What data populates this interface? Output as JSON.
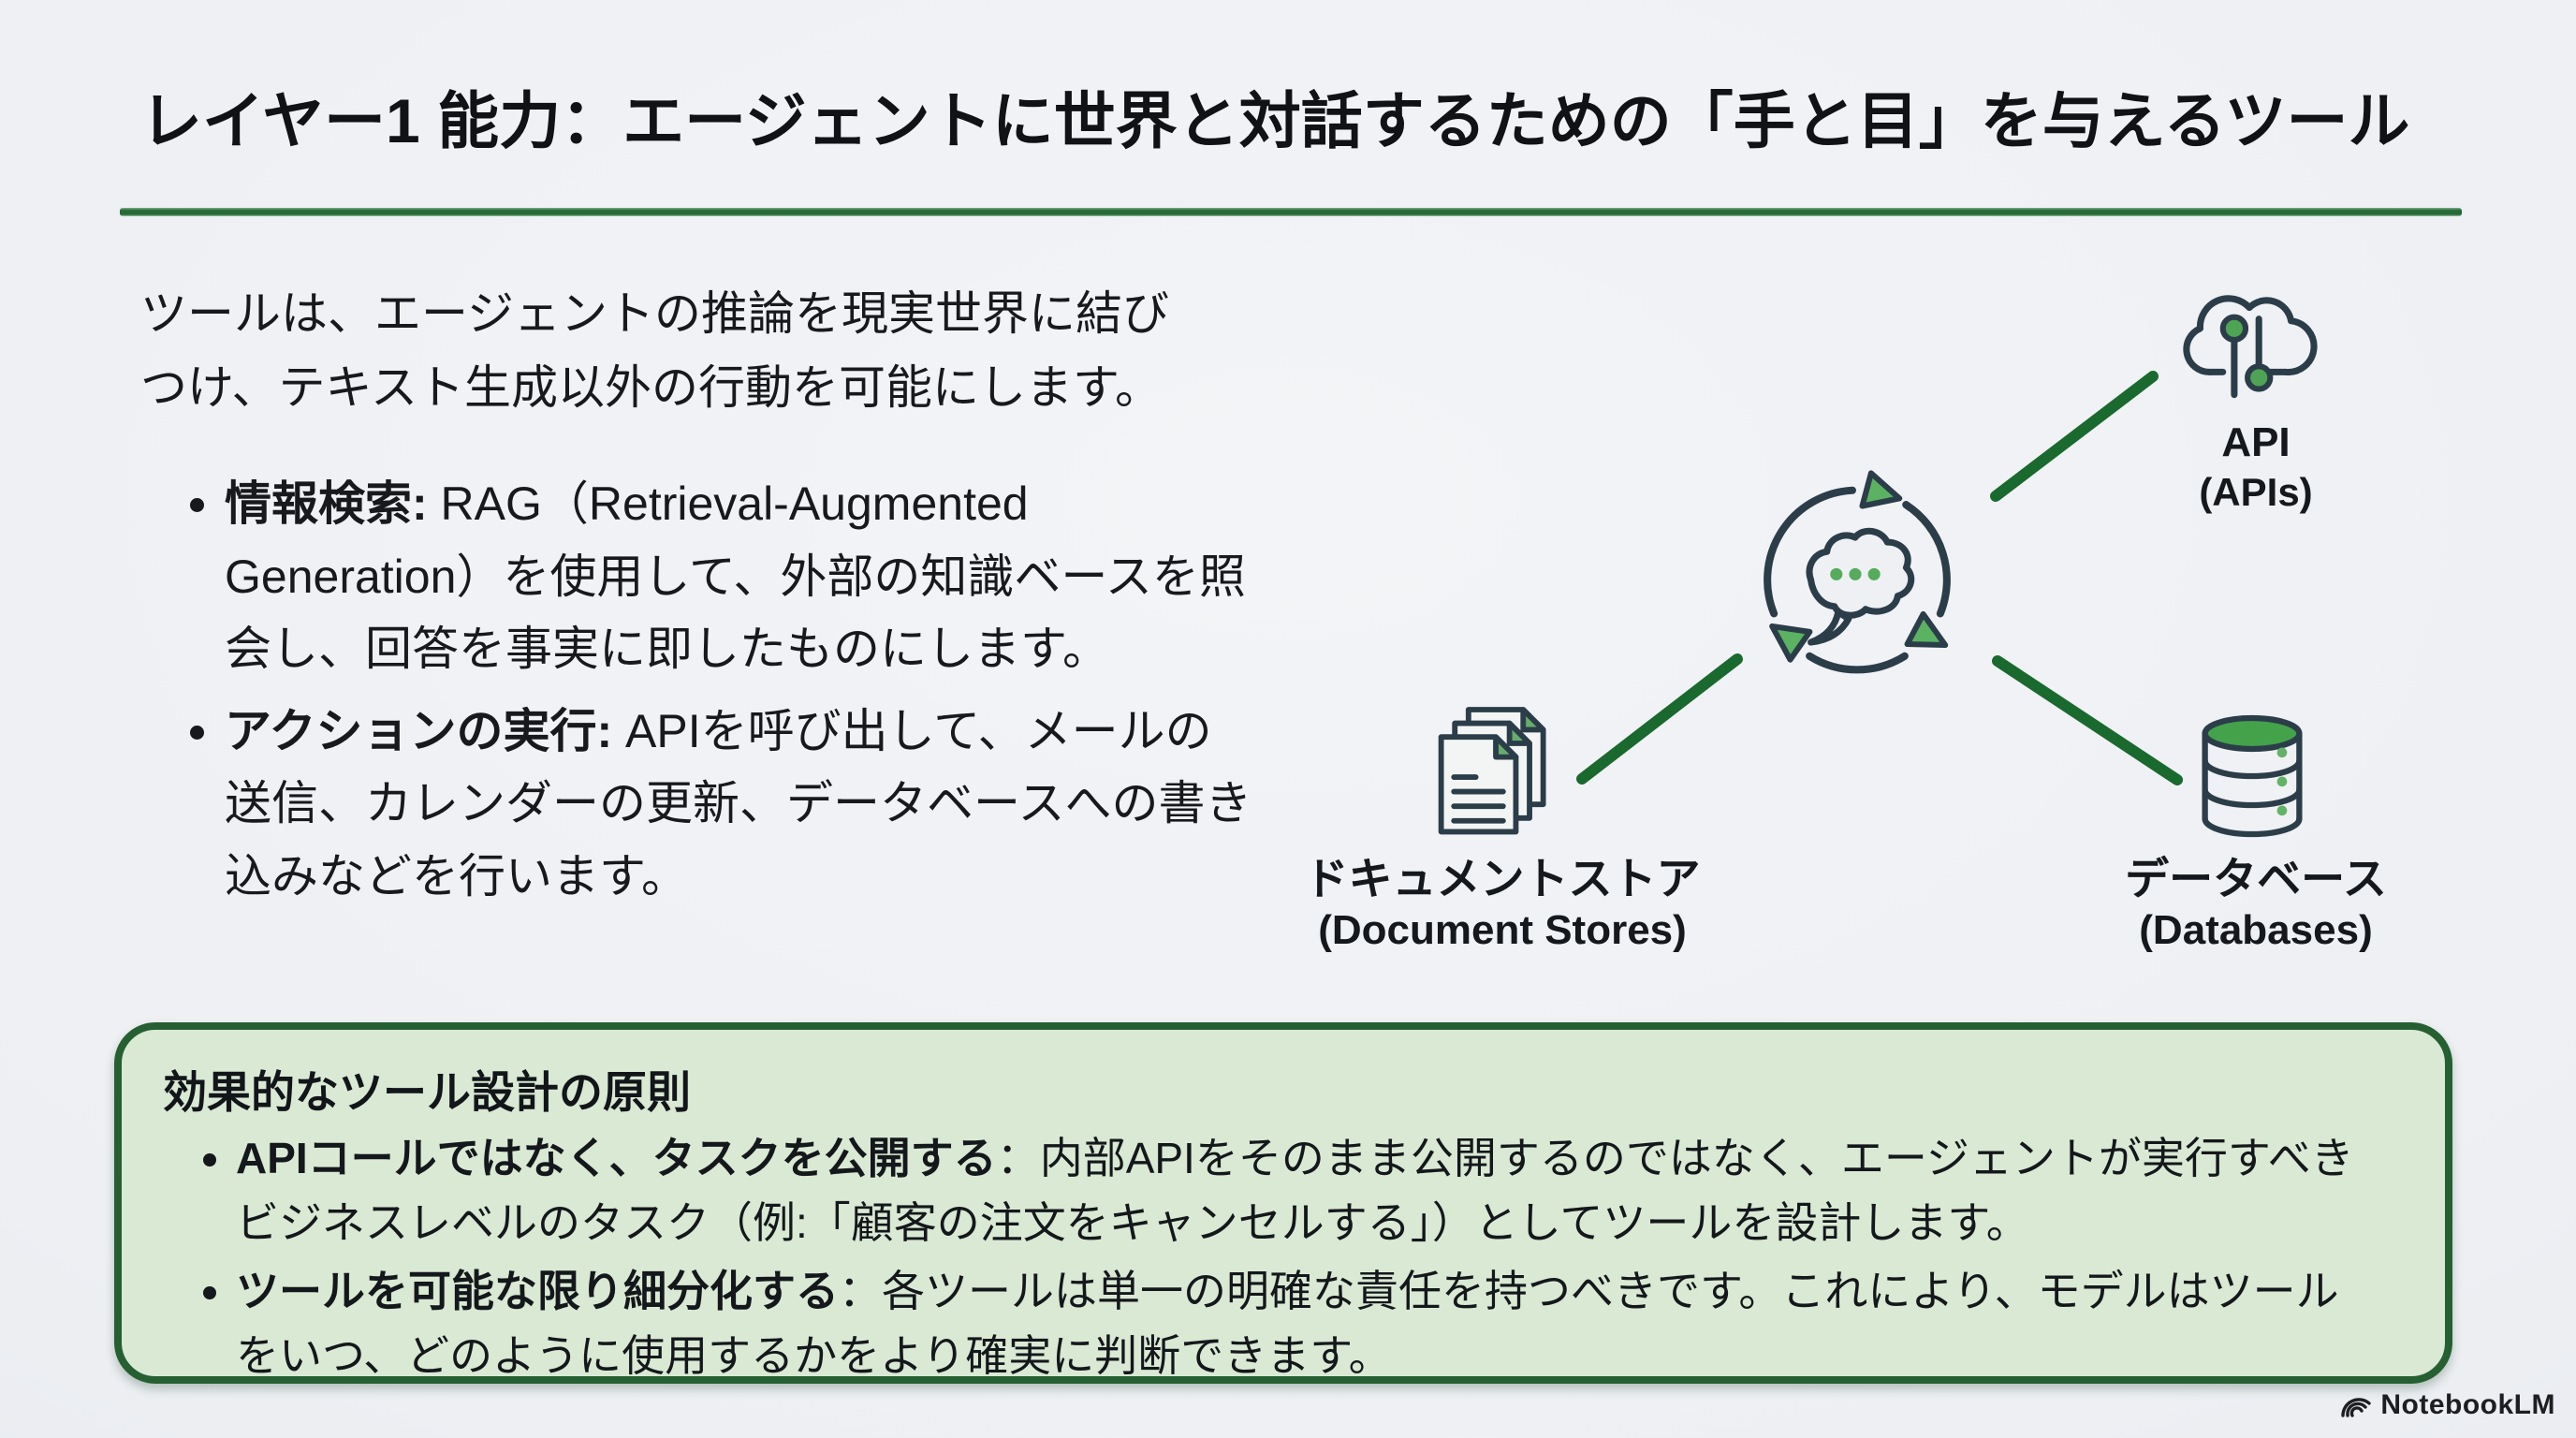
{
  "title": {
    "text": "レイヤー1 能力：エージェントに世界と対話するための「手と目」を与えるツール"
  },
  "intro": {
    "text": "ツールは、エージェントの推論を現実世界に結びつけ、テキスト生成以外の行動を可能にします。"
  },
  "capabilities": {
    "items": [
      {
        "bold": "情報検索:",
        "text": " RAG（Retrieval-Augmented Generation）を使用して、外部の知識ベースを照会し、回答を事実に即したものにします。"
      },
      {
        "bold": "アクションの実行:",
        "text": " APIを呼び出して、メールの送信、カレンダーの更新、データベースへの書き込みなどを行います。"
      }
    ]
  },
  "diagram": {
    "hub": {
      "name": "agent-reasoning-cycle"
    },
    "api": {
      "label": "API",
      "sublabel": "(APIs)"
    },
    "documents": {
      "label": "ドキュメントストア",
      "sublabel": "(Document Stores)"
    },
    "database": {
      "label": "データベース",
      "sublabel": "(Databases)"
    }
  },
  "principles": {
    "heading": "効果的なツール設計の原則",
    "items": [
      {
        "bold": "APIコールではなく、タスクを公開する",
        "text": "：内部APIをそのまま公開するのではなく、エージェントが実行すべきビジネスレベルのタスク（例:「顧客の注文をキャンセルする」）としてツールを設計します。"
      },
      {
        "bold": "ツールを可能な限り細分化する",
        "text": "：各ツールは単一の明確な責任を持つべきです。これにより、モデルはツールをいつ、どのように使用するかをより確実に判断できます。"
      }
    ]
  },
  "footer": {
    "brand": "NotebookLM"
  },
  "colors": {
    "accent_green": "#276a37",
    "connector_green": "#1a692e",
    "leaf_green": "#5bb262",
    "box_fill": "#d9e9d4",
    "box_border": "#265f31",
    "icon_stroke": "#2c3d4a",
    "background": "#edeff3"
  }
}
